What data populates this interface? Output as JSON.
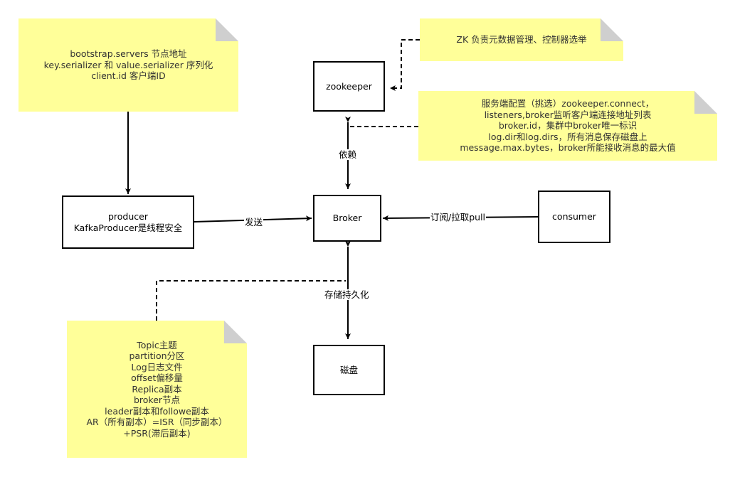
{
  "nodes": {
    "zookeeper": {
      "label": "zookeeper"
    },
    "producer": {
      "lines": [
        "producer",
        "KafkaProducer是线程安全"
      ]
    },
    "broker": {
      "label": "Broker"
    },
    "consumer": {
      "label": "consumer"
    },
    "disk": {
      "label": "磁盘"
    }
  },
  "notes": {
    "producer_config": {
      "lines": [
        "bootstrap.servers 节点地址",
        "key.serializer 和 value.serializer 序列化",
        "client.id 客户端ID"
      ]
    },
    "zk_role": {
      "lines": [
        "ZK 负责元数据管理、控制器选举"
      ]
    },
    "broker_config": {
      "lines": [
        "服务端配置（挑选）zookeeper.connect，",
        "listeners,broker监听客户端连接地址列表",
        "broker.id，集群中broker唯一标识",
        "log.dir和log.dirs，所有消息保存磁盘上",
        "message.max.bytes，broker所能接收消息的最大值"
      ]
    },
    "concepts": {
      "lines": [
        "Topic主题",
        "partition分区",
        "Log日志文件",
        "offset偏移量",
        "Replica副本",
        "broker节点",
        "leader副本和followe副本",
        "AR（所有副本）=ISR（同步副本）",
        "+PSR(滞后副本)"
      ]
    }
  },
  "edges": {
    "send": "发送",
    "depend": "依赖",
    "subscribe": "订阅/拉取pull",
    "persist": "存储持久化"
  },
  "colors": {
    "note_fill": "#ffff99",
    "note_fold": "#cfcfcf",
    "line": "#000000"
  }
}
